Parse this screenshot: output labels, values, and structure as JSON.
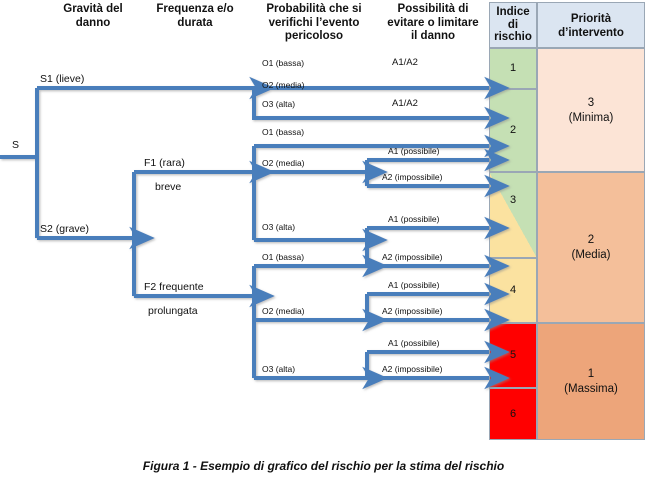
{
  "figure": {
    "caption": "Figura 1 - Esempio di grafico del rischio per la stima del rischio"
  },
  "headers": {
    "gravita": "Gravità del\ndanno",
    "gravita_l1": "Gravità del",
    "gravita_l2": "danno",
    "frequenza_l1": "Frequenza e/o",
    "frequenza_l2": "durata",
    "probabilita_l1": "Probabilità che si",
    "probabilita_l2": "verifichi l’evento",
    "probabilita_l3": "pericoloso",
    "possibilita_l1": "Possibilità di",
    "possibilita_l2": "evitare o limitare",
    "possibilita_l3": "il danno",
    "indice_l1": "Indice",
    "indice_l2": "di",
    "indice_l3": "rischio",
    "priorita_l1": "Priorità",
    "priorita_l2": "d’intervento"
  },
  "root": {
    "label": "S"
  },
  "severity": [
    {
      "id": "S1",
      "label": "S1 (lieve)"
    },
    {
      "id": "S2",
      "label": "S2 (grave)"
    }
  ],
  "frequency": [
    {
      "id": "F1",
      "label_l1": "F1 (rara)",
      "label_l2": "breve"
    },
    {
      "id": "F2",
      "label_l1": "F2 frequente",
      "label_l2": "prolungata"
    }
  ],
  "probability": {
    "bassa": "O1 (bassa)",
    "media": "O2 (media)",
    "alta": "O3 (alta)"
  },
  "avoidance": {
    "both": "A1/A2",
    "a1": "A1 (possibile)",
    "a2": "A2 (impossibile)"
  },
  "branch_labels": {
    "s1_o1": "O1 (bassa)",
    "s1_o2": "O2 (media)",
    "s1_o3": "O3 (alta)",
    "s1_o1_a": "A1/A2",
    "s1_o3_a": "A1/A2",
    "f1_o1": "O1 (bassa)",
    "f1_o2": "O2 (media)",
    "f1_o3": "O3 (alta)",
    "f1_o2_a1": "A1 (possibile)",
    "f1_o2_a2": "A2 (impossibile)",
    "f1_o3_a1": "A1 (possibile)",
    "f1_o3_a2": "A2 (impossibile)",
    "f2_o1": "O1 (bassa)",
    "f2_o2": "O2 (media)",
    "f2_o3": "O3 (alta)",
    "f2_o1_a1": "A1 (possibile)",
    "f2_o2_a1": "A1 (possibile)",
    "f2_o2_a2": "A2 (impossibile)",
    "f2_o3_a1": "A1 (possibile)",
    "f2_o3_a2": "A2 (impossibile)"
  },
  "risk_index": [
    {
      "value": "1",
      "color": "#c5e0b4"
    },
    {
      "value": "2",
      "color": "#c5e0b4"
    },
    {
      "value": "3",
      "color": "#c5e0b4"
    },
    {
      "value": "4",
      "color": "#fbe2a0"
    },
    {
      "value": "5",
      "color": "#ff0000"
    },
    {
      "value": "6",
      "color": "#ff0000"
    }
  ],
  "priority": [
    {
      "num": "3",
      "name": "(Minima)",
      "color": "#fce4d6"
    },
    {
      "num": "2",
      "name": "(Media)",
      "color": "#f4bf9a"
    },
    {
      "num": "1",
      "name": "(Massima)",
      "color": "#eda57a"
    }
  ],
  "colors": {
    "arrow": "#4a7ebb",
    "header_bg": "#dbe5f1",
    "border": "#9aa7b5",
    "green": "#c5e0b4",
    "yellow": "#fbe2a0",
    "red": "#ff0000"
  }
}
